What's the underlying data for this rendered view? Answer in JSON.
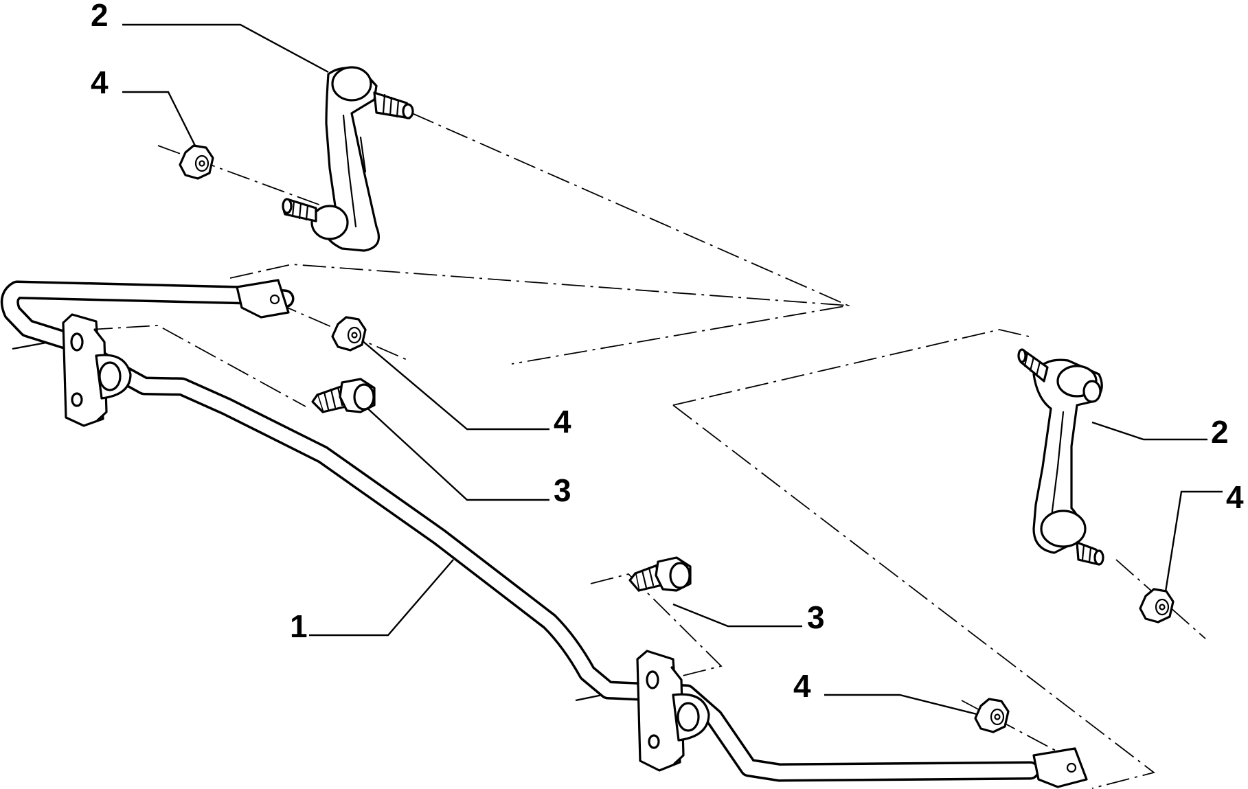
{
  "diagram": {
    "callouts": {
      "link_left": "2",
      "nut_top_left": "4",
      "nut_middle": "4",
      "bolt_left": "3",
      "stabilizer_bar": "1",
      "link_right": "2",
      "nut_right": "4",
      "bolt_right": "3",
      "nut_bottom": "4"
    },
    "parts": [
      {
        "number": "1",
        "icon": "stabilizer-bar-icon"
      },
      {
        "number": "2",
        "icon": "link-rod-icon"
      },
      {
        "number": "3",
        "icon": "bolt-icon"
      },
      {
        "number": "4",
        "icon": "nut-icon"
      }
    ],
    "colors": {
      "line": "#000000",
      "background": "#ffffff"
    }
  }
}
